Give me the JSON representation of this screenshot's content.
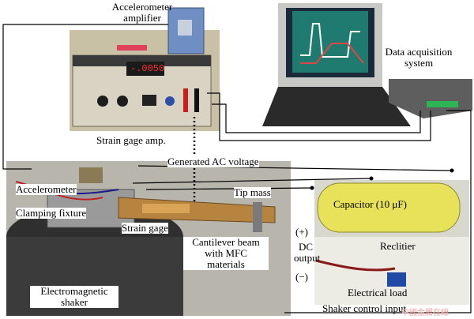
{
  "labels": {
    "accelerometer_amplifier": [
      "Accelerometer",
      "amplifier"
    ],
    "data_acquisition": [
      "Data acquisition",
      "system"
    ],
    "strain_gage_amp": "Strain gage amp.",
    "generated_ac_voltage": "Generated AC voltage",
    "accelerometer": "Accelerometer",
    "clamping_fixture": "Clamping fixture",
    "tip_mass": "Tip mass",
    "strain_gage": "Strain gage",
    "cantilever_beam": [
      "Cantilever beam",
      "with MFC",
      "materials"
    ],
    "electromagnetic_shaker": [
      "Electromagnetic",
      "shaker"
    ],
    "capacitor": "Capacitor (10 μF)",
    "plus": "(+)",
    "minus": "(−)",
    "dc_output": [
      "DC",
      "output"
    ],
    "rectifier": "Reclitier",
    "electrical_load": "Electrical load",
    "shaker_control_input": "Shaker control input"
  },
  "device_text": {
    "amp_display": "-.0050"
  },
  "watermark": "中國金屬在線"
}
